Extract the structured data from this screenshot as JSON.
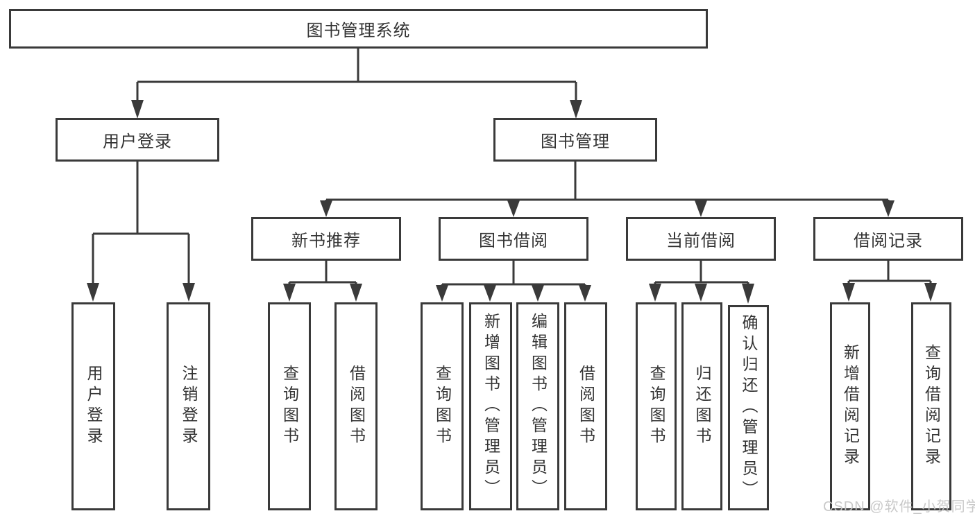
{
  "tree": {
    "root": "图书管理系统",
    "children": [
      {
        "label": "用户登录",
        "children": [
          "用户登录",
          "注销登录"
        ]
      },
      {
        "label": "图书管理",
        "children": [
          {
            "label": "新书推荐",
            "children": [
              "查询图书",
              "借阅图书"
            ]
          },
          {
            "label": "图书借阅",
            "children": [
              "查询图书",
              "新增图书（管理员）",
              "编辑图书（管理员）",
              "借阅图书"
            ]
          },
          {
            "label": "当前借阅",
            "children": [
              "查询图书",
              "归还图书",
              "确认归还（管理员）"
            ]
          },
          {
            "label": "借阅记录",
            "children": [
              "新增借阅记录",
              "查询借阅记录"
            ]
          }
        ]
      }
    ]
  },
  "watermark": {
    "text": "CSDN @软件_小贺同学"
  },
  "colors": {
    "line": "#3a3a3a",
    "box_border": "#3a3a3a",
    "text": "#333333",
    "background": "#ffffff",
    "watermark": "#c6c6c6"
  }
}
